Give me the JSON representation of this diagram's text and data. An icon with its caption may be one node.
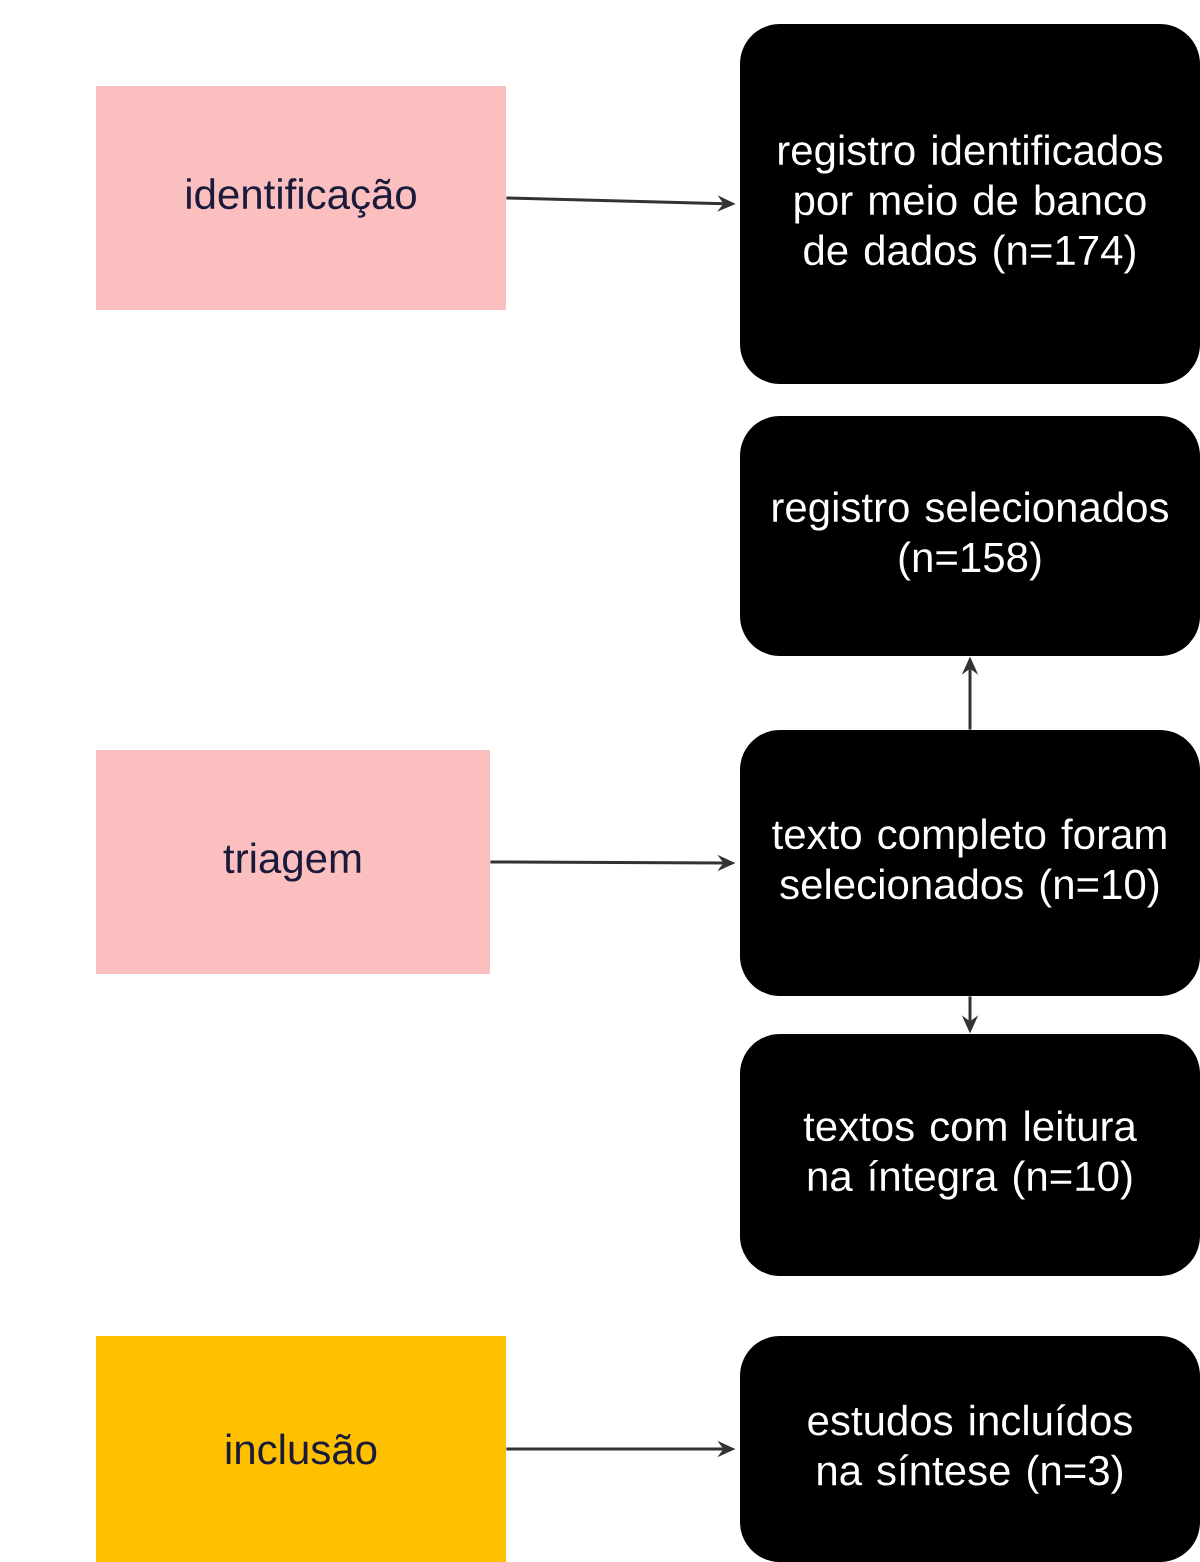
{
  "diagram": {
    "nodes": [
      {
        "text": [
          "identificação"
        ]
      },
      {
        "text": [
          "registro identificados por meio de banco de dados (n=174)"
        ]
      },
      {
        "text": [
          "registro selecionados (n=158)"
        ]
      },
      {
        "text": [
          "triagem"
        ]
      },
      {
        "text": [
          "texto completo foram selecionados (n=10)"
        ]
      },
      {
        "text": [
          "textos com leitura na íntegra (n=10)"
        ]
      },
      {
        "text": [
          "inclusão"
        ]
      },
      {
        "text": [
          "estudos incluídos na síntese (n=3)"
        ]
      }
    ],
    "edges": [
      {
        "from": 0,
        "to": 1,
        "arrow": "to"
      },
      {
        "from": 3,
        "to": 4,
        "arrow": "to"
      },
      {
        "from": 4,
        "to": 2,
        "arrow": "to"
      },
      {
        "from": 4,
        "to": 5,
        "arrow": "to"
      },
      {
        "from": 6,
        "to": 7,
        "arrow": "to"
      }
    ]
  }
}
